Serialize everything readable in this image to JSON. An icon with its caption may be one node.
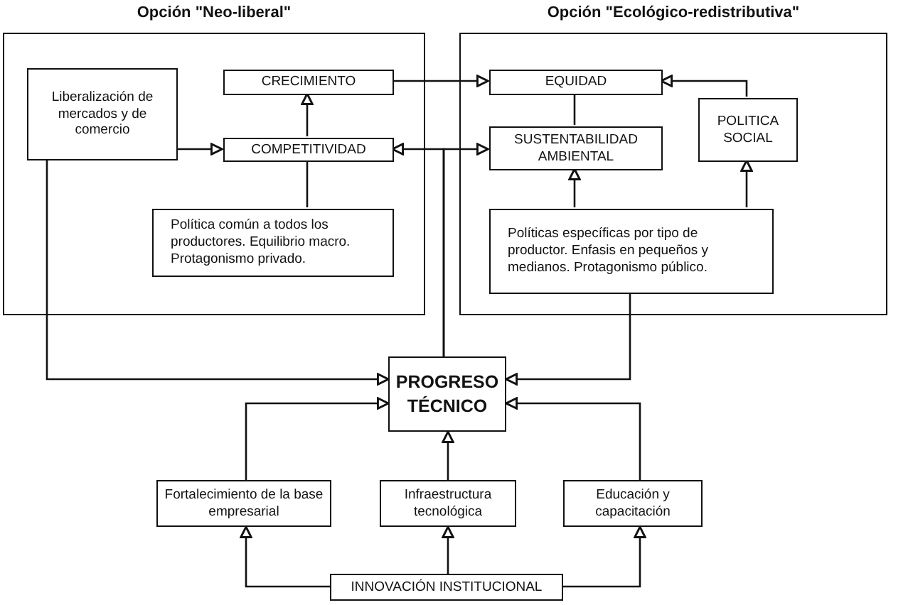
{
  "diagram": {
    "nodes": [
      {
        "text": [
          "Opción \"Neo-liberal\""
        ]
      },
      {
        "text": [
          "Liberalización de mercados y de comercio"
        ],
        "in": 0
      },
      {
        "text": [
          "CRECIMIENTO"
        ],
        "in": 0
      },
      {
        "text": [
          "COMPETITIVIDAD"
        ],
        "in": 0
      },
      {
        "text": [
          "Política común a todos los productores. Equilibrio macro. Protagonismo privado."
        ],
        "in": 0
      },
      {
        "text": [
          "Opción \"Ecológico-redistributiva\""
        ]
      },
      {
        "text": [
          "EQUIDAD"
        ],
        "in": 5
      },
      {
        "text": [
          "SUSTENTABILIDAD AMBIENTAL"
        ],
        "in": 5
      },
      {
        "text": [
          "POLITICA SOCIAL"
        ],
        "in": 5
      },
      {
        "text": [
          "Políticas específicas por tipo de productor. Enfasis en pequeños y medianos. Protagonismo público."
        ],
        "in": 5
      },
      {
        "text": [
          "PROGRESO TÉCNICO"
        ]
      },
      {
        "text": [
          "Fortalecimiento de la base empresarial"
        ]
      },
      {
        "text": [
          "Infraestructura tecnológica"
        ]
      },
      {
        "text": [
          "Educación y capacitación"
        ]
      },
      {
        "text": [
          "INNOVACIÓN INSTITUCIONAL"
        ]
      }
    ],
    "edges": [
      {
        "from": 1,
        "to": 3,
        "arrow": "to"
      },
      {
        "from": 3,
        "to": 2,
        "arrow": "to"
      },
      {
        "from": 4,
        "to": 3,
        "arrow": "none"
      },
      {
        "from": 2,
        "to": 6,
        "arrow": "to"
      },
      {
        "from": 10,
        "to": 3,
        "arrow": "to"
      },
      {
        "from": 10,
        "to": 7,
        "arrow": "to"
      },
      {
        "from": 6,
        "to": 7,
        "arrow": "none"
      },
      {
        "from": 8,
        "to": 6,
        "arrow": "to"
      },
      {
        "from": 9,
        "to": 7,
        "arrow": "to"
      },
      {
        "from": 9,
        "to": 8,
        "arrow": "to"
      },
      {
        "from": 1,
        "to": 10,
        "arrow": "to"
      },
      {
        "from": 9,
        "to": 10,
        "arrow": "to"
      },
      {
        "from": 11,
        "to": 10,
        "arrow": "to"
      },
      {
        "from": 12,
        "to": 10,
        "arrow": "to"
      },
      {
        "from": 13,
        "to": 10,
        "arrow": "to"
      },
      {
        "from": 14,
        "to": 11,
        "arrow": "to"
      },
      {
        "from": 14,
        "to": 12,
        "arrow": "to"
      },
      {
        "from": 14,
        "to": 13,
        "arrow": "to"
      }
    ]
  }
}
